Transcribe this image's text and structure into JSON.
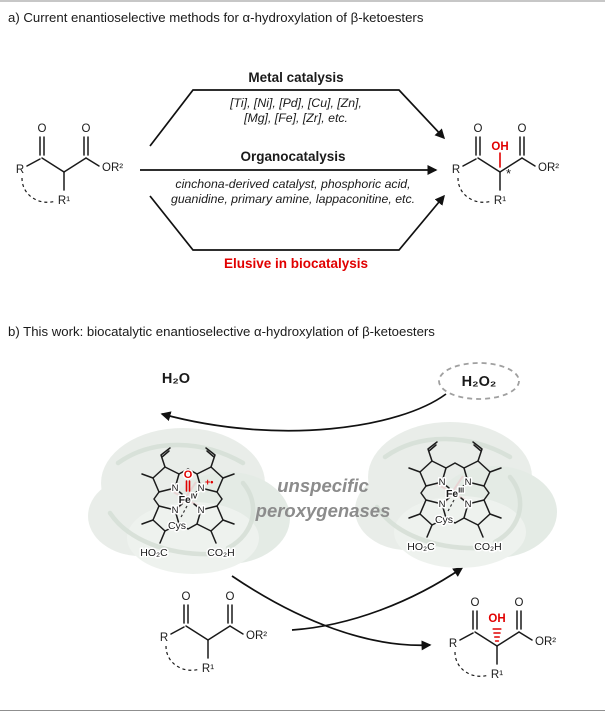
{
  "colors": {
    "accent_red": "#e10000",
    "label_gray": "#8c8c8c",
    "ink": "#1a1a1a"
  },
  "panel_a": {
    "title": "a) Current enantioselective methods for α-hydroxylation of β-ketoesters",
    "metal": {
      "label": "Metal catalysis",
      "line1": "[Ti], [Ni], [Pd], [Cu], [Zn],",
      "line2": "[Mg], [Fe], [Zr], etc."
    },
    "organo": {
      "label": "Organocatalysis",
      "line1": "cinchona-derived catalyst, phosphoric acid,",
      "line2": "guanidine, primary amine, lappaconitine, etc."
    },
    "bio": {
      "label": "Elusive in biocatalysis"
    }
  },
  "panel_b": {
    "title": "b) This work: biocatalytic enantioselective α-hydroxylation of β-ketoesters",
    "water": "H₂O",
    "peroxide": "H₂O₂",
    "enzyme_line1": "unspecific",
    "enzyme_line2": "peroxygenases"
  },
  "structure_labels": {
    "r": "R",
    "r1": "R¹",
    "or2": "OR²",
    "o": "O",
    "oh": "OH",
    "star": "*",
    "n": "N",
    "fe": "Fe",
    "fe_left_ox": "IV",
    "fe_right_ox": "III",
    "radical": "+•",
    "cys": "Cys",
    "ho2c": "HO₂C",
    "co2h": "CO₂H"
  }
}
